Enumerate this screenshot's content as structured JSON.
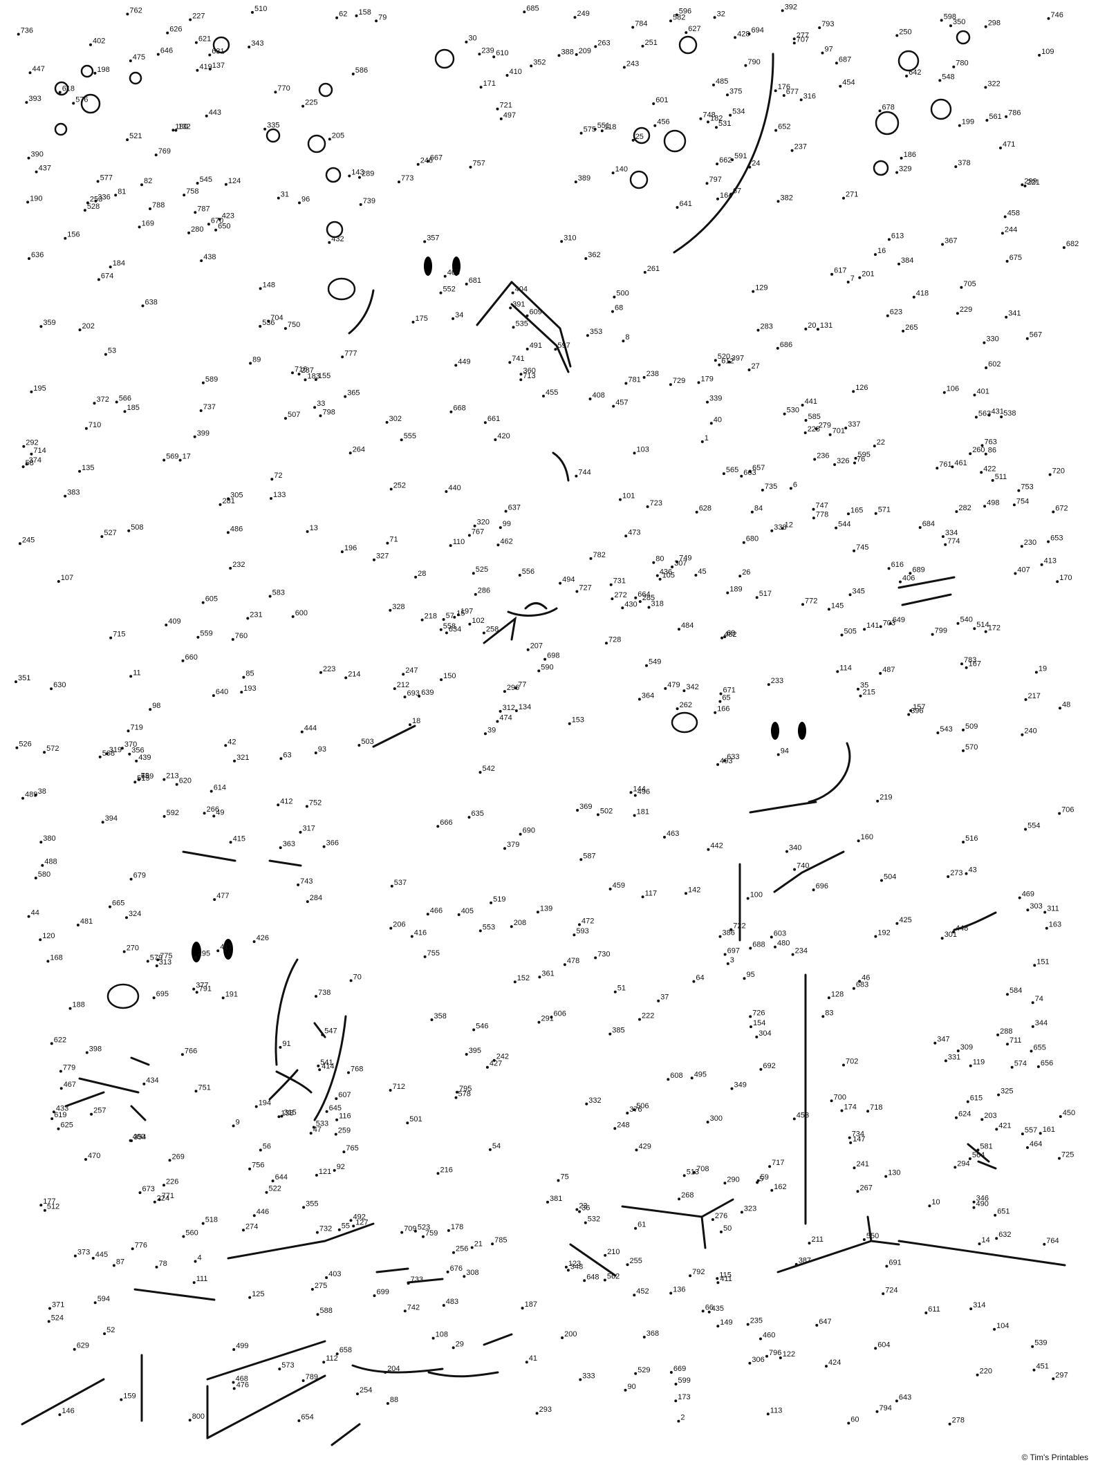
{
  "puzzle": {
    "type": "connect-the-dots",
    "credit": "© Tim's Printables",
    "dot_count_shown": "800+",
    "sample_labels": [
      "1",
      "2",
      "3",
      "4",
      "5",
      "6",
      "7",
      "8",
      "9",
      "10",
      "11",
      "12",
      "13",
      "14",
      "15",
      "16",
      "17",
      "18",
      "19",
      "20",
      "21",
      "22",
      "23",
      "24",
      "25",
      "26",
      "27",
      "28",
      "29",
      "30",
      "31",
      "32",
      "33",
      "34",
      "35",
      "36",
      "37",
      "38",
      "39",
      "40",
      "41",
      "42",
      "43",
      "44",
      "45",
      "46",
      "47",
      "48",
      "49",
      "50",
      "51",
      "52",
      "53",
      "54",
      "55",
      "56",
      "57",
      "58",
      "59",
      "60",
      "61",
      "62",
      "63",
      "64",
      "65",
      "66",
      "67",
      "68",
      "69",
      "70",
      "71",
      "72",
      "73",
      "74",
      "75",
      "76",
      "77",
      "78",
      "79",
      "80",
      "81",
      "82",
      "83",
      "84",
      "85",
      "86",
      "87",
      "88",
      "89",
      "90",
      "91",
      "92",
      "93",
      "94",
      "95",
      "96",
      "97",
      "98",
      "99",
      "100",
      "101",
      "102",
      "103",
      "104",
      "105",
      "106",
      "107",
      "108",
      "109",
      "110",
      "111",
      "112",
      "113",
      "114",
      "115",
      "116",
      "117",
      "118",
      "119",
      "120",
      "121",
      "122",
      "123",
      "124",
      "125",
      "126",
      "127",
      "128",
      "129",
      "130",
      "131",
      "132",
      "133",
      "134",
      "135",
      "136",
      "137",
      "138",
      "139",
      "140",
      "141",
      "142",
      "143",
      "144",
      "145",
      "146",
      "147",
      "148",
      "149",
      "150",
      "151",
      "152",
      "153",
      "154",
      "155",
      "156",
      "157",
      "158",
      "159",
      "160",
      "161",
      "162",
      "163",
      "164",
      "165",
      "166",
      "167",
      "168",
      "169",
      "170",
      "171",
      "172",
      "173",
      "174",
      "175",
      "176",
      "177",
      "178",
      "179",
      "180",
      "181",
      "182",
      "183",
      "184",
      "185",
      "186",
      "187",
      "188",
      "189",
      "190",
      "191",
      "192",
      "193",
      "194",
      "195",
      "196",
      "197",
      "198",
      "199",
      "200",
      "201",
      "202",
      "203",
      "204",
      "205",
      "206",
      "207",
      "208",
      "209",
      "210",
      "211",
      "212",
      "213",
      "214",
      "215",
      "216",
      "217",
      "218",
      "219",
      "220",
      "221",
      "222",
      "223",
      "224",
      "225",
      "226",
      "227",
      "228",
      "229",
      "230",
      "231",
      "232",
      "233",
      "234",
      "235",
      "236",
      "237",
      "238",
      "239",
      "240",
      "241",
      "242",
      "243",
      "244",
      "245",
      "246",
      "247",
      "248",
      "249",
      "250",
      "251",
      "252",
      "253",
      "254",
      "255",
      "256",
      "257",
      "258",
      "259",
      "260",
      "261",
      "262",
      "263",
      "264",
      "265",
      "266",
      "267",
      "268",
      "269",
      "270",
      "271",
      "272",
      "273",
      "274",
      "275",
      "276",
      "277",
      "278",
      "279",
      "280",
      "281",
      "282",
      "283",
      "284",
      "285",
      "286",
      "287",
      "288",
      "289",
      "290",
      "291",
      "292",
      "293",
      "294",
      "295",
      "296",
      "297",
      "298",
      "299",
      "300",
      "301",
      "302",
      "303",
      "304",
      "305",
      "306",
      "307",
      "308",
      "309",
      "310",
      "311",
      "312",
      "313",
      "314",
      "315",
      "316",
      "317",
      "318",
      "319",
      "320",
      "321",
      "322",
      "323",
      "324",
      "325",
      "326",
      "327",
      "328",
      "329",
      "330",
      "331",
      "332",
      "333",
      "334",
      "335",
      "336",
      "337",
      "338",
      "339",
      "340",
      "341",
      "342",
      "343",
      "344",
      "345",
      "346",
      "347",
      "348",
      "349",
      "350",
      "351",
      "352",
      "353",
      "354",
      "355",
      "356",
      "357",
      "358",
      "359",
      "360",
      "361",
      "362",
      "363",
      "364",
      "365",
      "366",
      "367",
      "368",
      "369",
      "370",
      "371",
      "372",
      "373",
      "374",
      "375",
      "376",
      "377",
      "378",
      "379",
      "380",
      "381",
      "382",
      "383",
      "384",
      "385",
      "386",
      "387",
      "388",
      "389",
      "390",
      "391",
      "392",
      "393",
      "394",
      "395",
      "396",
      "397",
      "398",
      "399",
      "400",
      "401",
      "402",
      "403",
      "404",
      "405",
      "406",
      "407",
      "408",
      "409",
      "410",
      "411",
      "412",
      "413",
      "414",
      "415",
      "416",
      "417",
      "418",
      "419",
      "420",
      "421",
      "422",
      "423",
      "424",
      "425",
      "426",
      "427",
      "428",
      "429",
      "430",
      "431",
      "432",
      "433",
      "434",
      "435",
      "436",
      "437",
      "438",
      "439",
      "440",
      "441",
      "442",
      "443",
      "444",
      "445",
      "446",
      "447",
      "448",
      "449",
      "450",
      "451",
      "452",
      "453",
      "454",
      "455",
      "456",
      "457",
      "458",
      "459",
      "460",
      "461",
      "462",
      "463",
      "464",
      "465",
      "466",
      "467",
      "468",
      "469",
      "470",
      "471",
      "472",
      "473",
      "474",
      "475",
      "476",
      "477",
      "478",
      "479",
      "480",
      "481",
      "482",
      "483",
      "484",
      "485",
      "486",
      "487",
      "488",
      "489",
      "490",
      "491",
      "492",
      "493",
      "494",
      "495",
      "496",
      "497",
      "498",
      "499",
      "500",
      "501",
      "502",
      "503",
      "504",
      "505",
      "506",
      "507",
      "508",
      "509",
      "510",
      "511",
      "512",
      "513",
      "514",
      "515",
      "516",
      "517",
      "518",
      "519",
      "520",
      "521",
      "522",
      "523",
      "524",
      "525",
      "526",
      "527",
      "528",
      "529",
      "530",
      "531",
      "532",
      "533",
      "534",
      "535",
      "536",
      "537",
      "538",
      "539",
      "540",
      "541",
      "542",
      "543",
      "544",
      "545",
      "546",
      "547",
      "548",
      "549",
      "550",
      "551",
      "552",
      "553",
      "554",
      "555",
      "556",
      "557",
      "558",
      "559",
      "560",
      "561",
      "562",
      "563",
      "564",
      "565",
      "566",
      "567",
      "568",
      "569",
      "570",
      "571",
      "572",
      "573",
      "574",
      "575",
      "576",
      "577",
      "578",
      "579",
      "580",
      "581",
      "582",
      "583",
      "584",
      "585",
      "586",
      "587",
      "588",
      "589",
      "590",
      "591",
      "592",
      "593",
      "594",
      "595",
      "596",
      "597",
      "598",
      "599",
      "600",
      "601",
      "602",
      "603",
      "604",
      "605",
      "606",
      "607",
      "608",
      "609",
      "610",
      "611",
      "612",
      "613",
      "614",
      "615",
      "616",
      "617",
      "618",
      "619",
      "620",
      "621",
      "622",
      "623",
      "624",
      "625",
      "626",
      "627",
      "628",
      "629",
      "630",
      "631",
      "632",
      "633",
      "634",
      "635",
      "636",
      "637",
      "638",
      "639",
      "640",
      "641",
      "642",
      "643",
      "644",
      "645",
      "646",
      "647",
      "648",
      "649",
      "650",
      "651",
      "652",
      "653",
      "654",
      "655",
      "656",
      "657",
      "658",
      "659",
      "660",
      "661",
      "662",
      "663",
      "664",
      "665",
      "666",
      "667",
      "668",
      "669",
      "670",
      "671",
      "672",
      "673",
      "674",
      "675",
      "676",
      "677",
      "678",
      "679",
      "680",
      "681",
      "682",
      "683",
      "684",
      "685",
      "686",
      "687",
      "688",
      "689",
      "690",
      "691",
      "692",
      "693",
      "694",
      "695",
      "696",
      "697",
      "698",
      "699",
      "700",
      "701",
      "702",
      "703",
      "704",
      "705",
      "706",
      "707",
      "708",
      "709",
      "710",
      "711",
      "712",
      "713",
      "714",
      "715",
      "716",
      "717",
      "718",
      "719",
      "720",
      "721",
      "722",
      "723",
      "724",
      "725",
      "726",
      "727",
      "728",
      "729",
      "730",
      "731",
      "732",
      "733",
      "734",
      "735",
      "736",
      "737",
      "738",
      "739",
      "740",
      "741",
      "742",
      "743",
      "744",
      "745",
      "746",
      "747",
      "748",
      "749",
      "750",
      "751",
      "752",
      "753",
      "754",
      "755",
      "756",
      "757",
      "758",
      "759",
      "760",
      "761",
      "762",
      "763",
      "764",
      "765",
      "766",
      "767",
      "768",
      "769",
      "770",
      "771",
      "772",
      "773",
      "774",
      "775",
      "776",
      "777",
      "778",
      "779",
      "780",
      "781",
      "782",
      "783",
      "784",
      "785",
      "786",
      "787",
      "788",
      "789",
      "790",
      "791",
      "792",
      "793",
      "794",
      "795",
      "796",
      "797",
      "798",
      "799",
      "800"
    ]
  }
}
